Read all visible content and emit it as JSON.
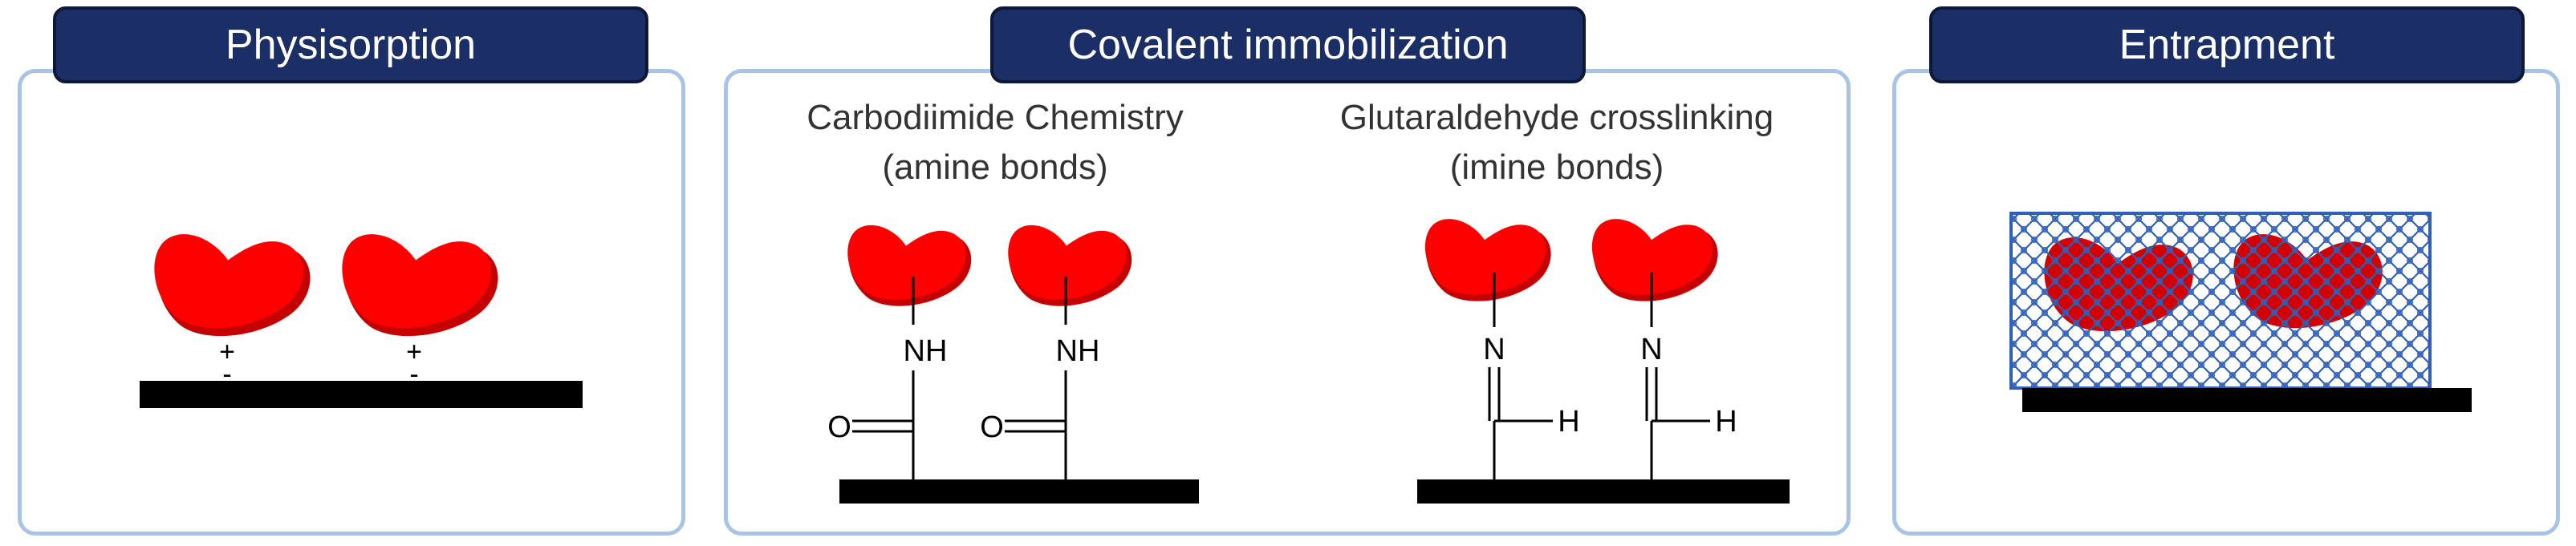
{
  "panels": {
    "physisorption": {
      "title": "Physisorption",
      "charges": {
        "positive": "+",
        "negative": "-"
      }
    },
    "covalent": {
      "title": "Covalent immobilization",
      "carbodiimide": {
        "title_line1": "Carbodiimide Chemistry",
        "title_line2": "(amine bonds)",
        "nh_label": "NH",
        "o_label": "O"
      },
      "glutaraldehyde": {
        "title_line1": "Glutaraldehyde crosslinking",
        "title_line2": "(imine bonds)",
        "n_label": "N",
        "h_label": "H"
      }
    },
    "entrapment": {
      "title": "Entrapment"
    }
  },
  "colors": {
    "enzyme": "#ff0000",
    "enzyme_shadow": "#c40000",
    "tab_bg": "#1b2f66",
    "panel_border": "#a8c3e6",
    "surface": "#000000",
    "mesh": "#2f5fb8"
  }
}
